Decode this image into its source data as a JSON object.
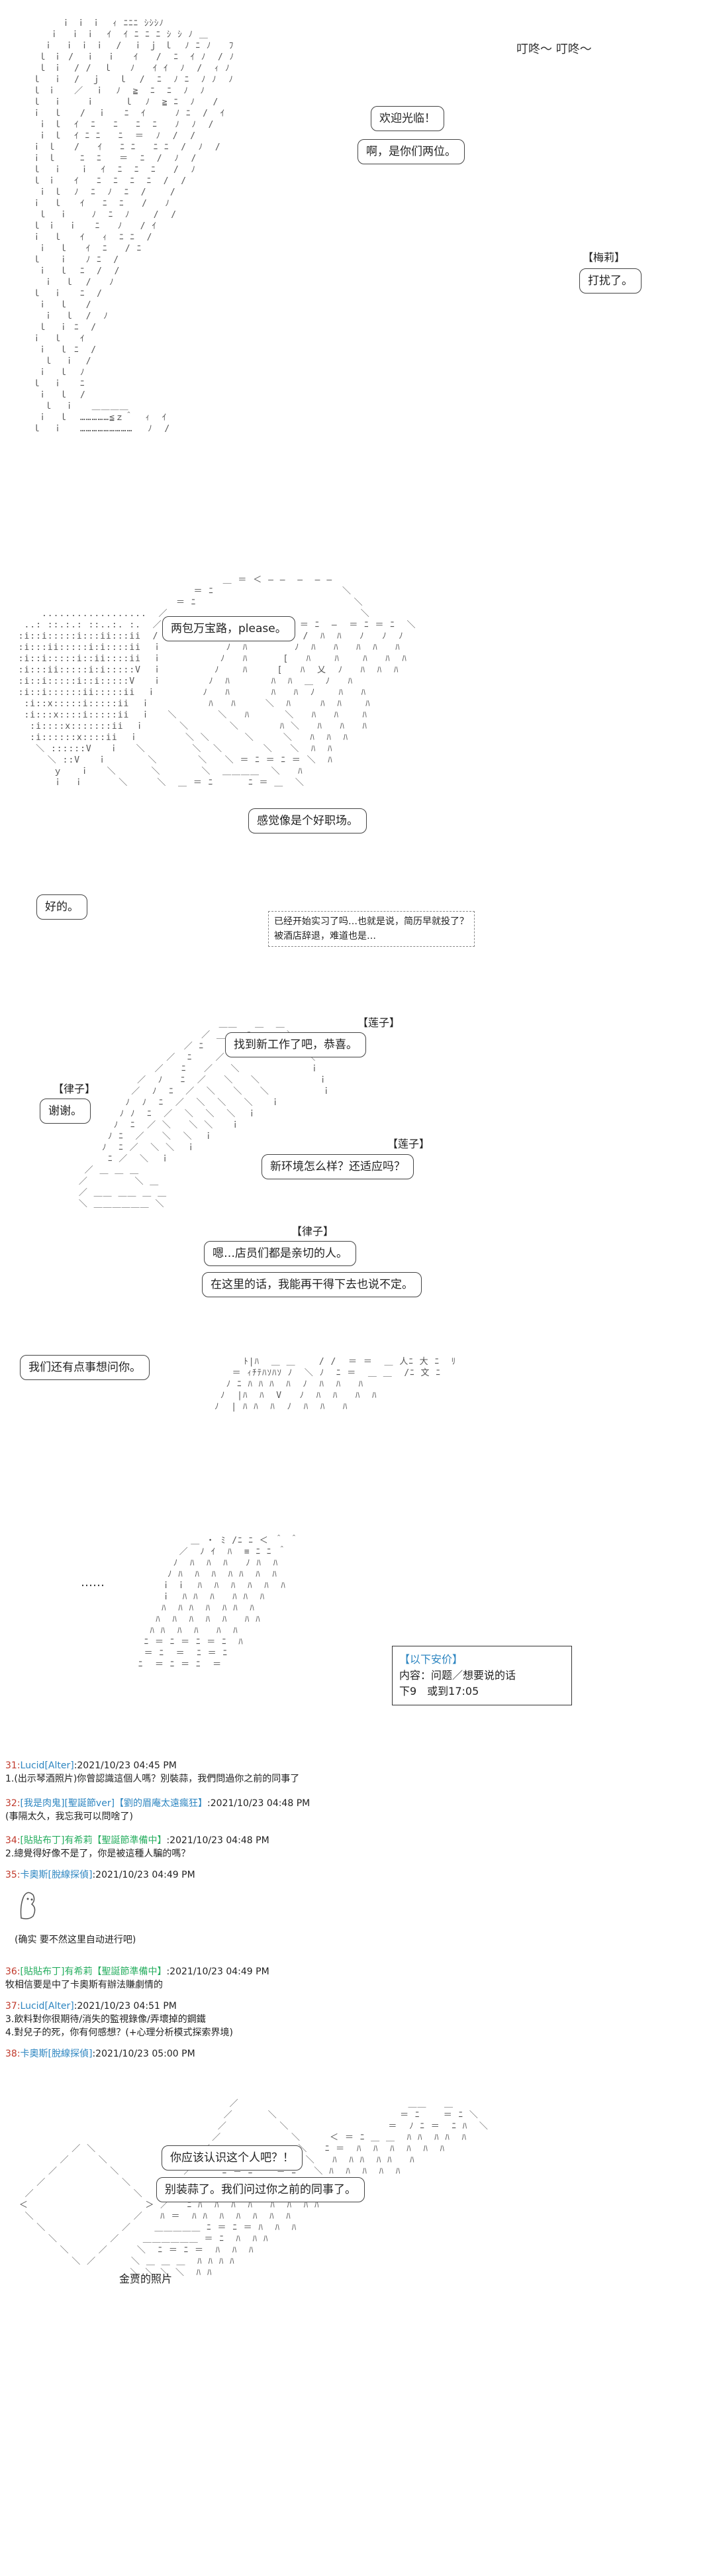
{
  "panel1": {
    "sfx": "叮咚～ 叮咚～",
    "bubble1": "欢迎光临！",
    "bubble2": "啊，是你们两位。",
    "speaker": "【梅莉】",
    "bubble3": "打扰了。"
  },
  "panel2": {
    "bubble1": "两包万宝路，please。",
    "bubble2": "感觉像是个好职场。",
    "bubble3": "好的。",
    "thought": "已经开始实习了吗…也就是说，简历早就投了？\n被酒店辞退，难道也是…"
  },
  "panel3": {
    "speaker1": "【莲子】",
    "bubble1": "找到新工作了吧，恭喜。",
    "speaker2": "【律子】",
    "bubble2": "谢谢。",
    "speaker3": "【莲子】",
    "bubble3": "新环境怎么样？还适应吗？",
    "speaker4": "【律子】",
    "bubble4": "嗯…店员们都是亲切的人。",
    "bubble5": "在这里的话，我能再干得下去也说不定。"
  },
  "panel4": {
    "bubble1": "我们还有点事想问你。",
    "ellipsis": "……",
    "box_title": "【以下安价】",
    "box_content": "内容：问题／想要说的话",
    "box_deadline": "下9　或到17:05"
  },
  "comments": [
    {
      "num": "31:",
      "name": "Lucid",
      "trip": "[Alter]",
      "time": ":2021/10/23 04:45 PM",
      "text": "1.(出示琴酒照片)你曾認識這個人嗎？別裝蒜，我們問過你之前的同事了"
    },
    {
      "num": "32:",
      "name": "[我是肉鬼]",
      "trip": "[聖誕節ver]【劉的眉庵太遠瘋狂】",
      "time": ":2021/10/23 04:48 PM",
      "text": "(事隔太久，我忘我可以問啥了)"
    },
    {
      "num": "34:",
      "name": "[貼貼布丁]",
      "trip": "有希莉【聖誕節準備中】",
      "time": ":2021/10/23 04:48 PM",
      "text": "2.總覺得好像不是了，你是被這種人騙的嗎？"
    },
    {
      "num": "35:",
      "name": "卡奧斯",
      "trip": "[脫線探偵]",
      "time": ":2021/10/23 04:49 PM",
      "text": ""
    },
    {
      "num": "",
      "name": "",
      "trip": "",
      "time": "",
      "text": "(确实 要不然这里自动进行吧)"
    },
    {
      "num": "36:",
      "name": "[貼貼布丁]",
      "trip": "有希莉【聖誕節準備中】",
      "time": ":2021/10/23 04:49 PM",
      "text": "牧相信要是中了卡奧斯有辦法賺劇情的"
    },
    {
      "num": "37:",
      "name": "Lucid",
      "trip": "[Alter]",
      "time": ":2021/10/23 04:51 PM",
      "text": "3.飲料對你很期待/消失的監視錄像/弄壞掉的鋼鐵"
    },
    {
      "num": "",
      "name": "",
      "trip": "",
      "time": "",
      "text": "4.對兒子的死，你有何感想？(+心理分析模式探索界境)"
    },
    {
      "num": "38:",
      "name": "卡奧斯",
      "trip": "[脫線探偵]",
      "time": ":2021/10/23 05:00 PM",
      "text": ""
    }
  ],
  "panel5": {
    "bubble1": "你应该认识这个人吧？！",
    "bubble2": "别装蒜了。我们问过你之前的同事了。",
    "photo_label": "金贾的照片"
  },
  "icons": {
    "ghost": "ghost-icon"
  }
}
